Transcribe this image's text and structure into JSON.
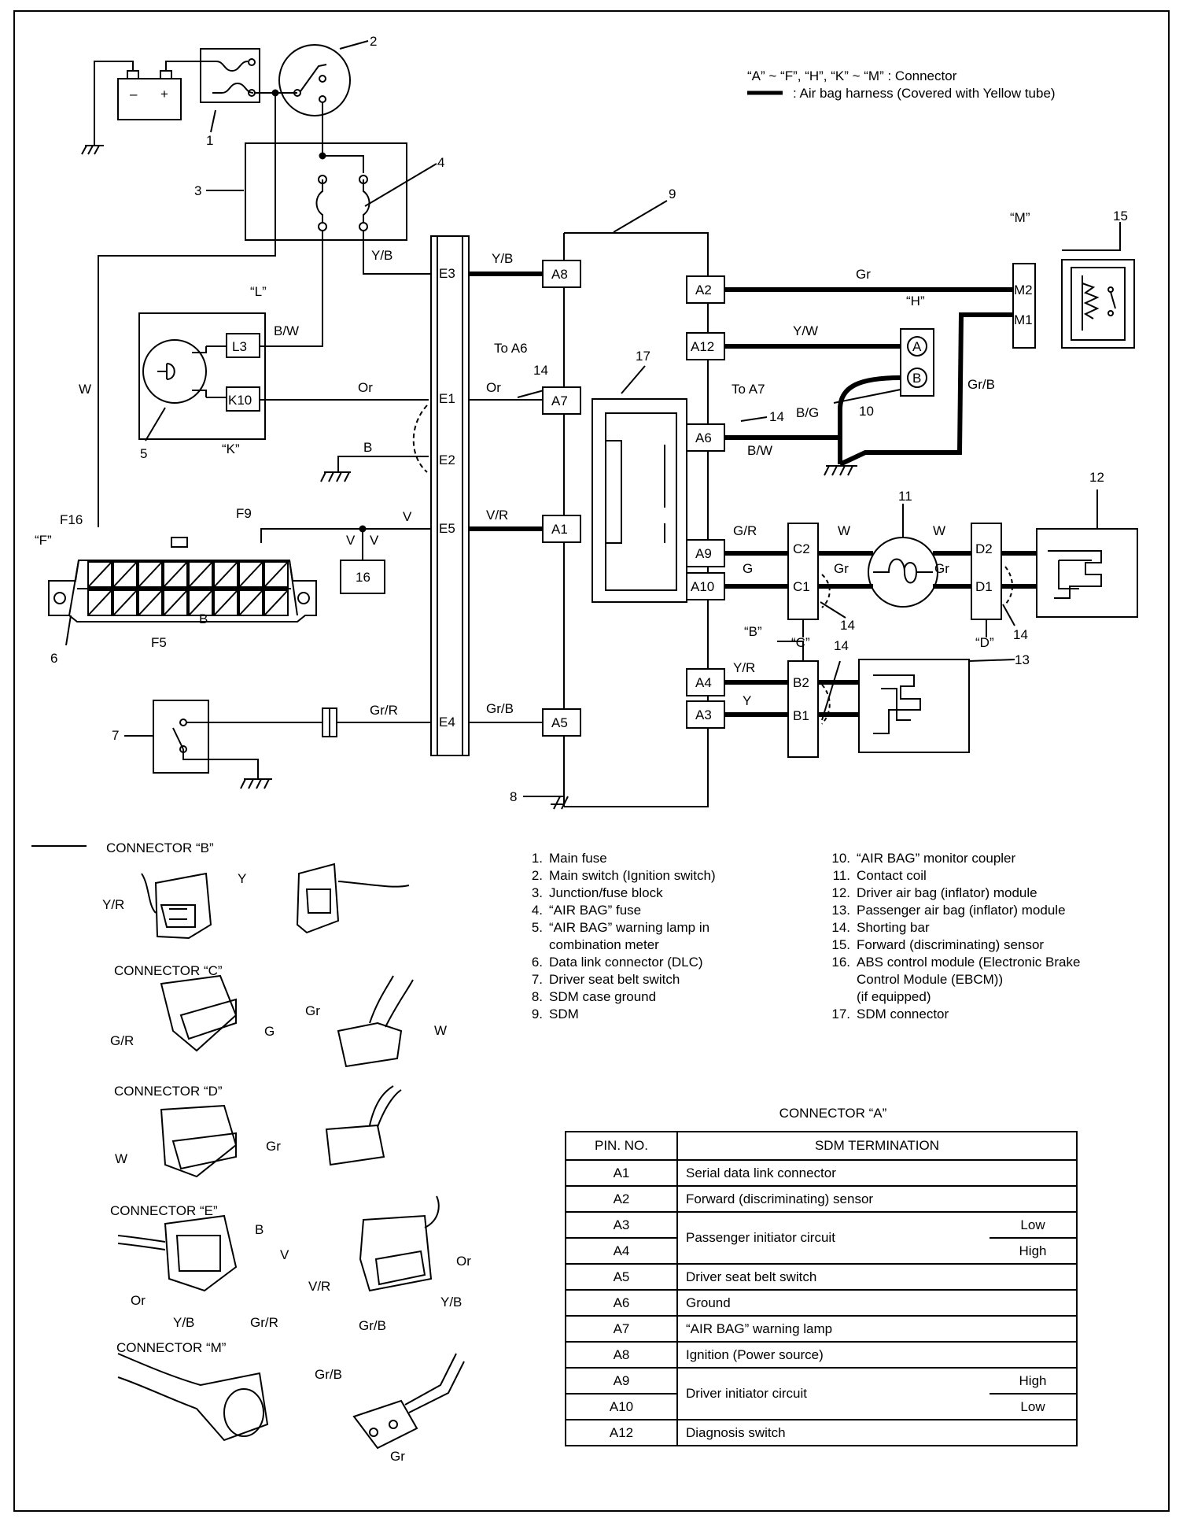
{
  "legend_note": {
    "line1": "“A” ~ “F”, “H”, “K” ~ “M” : Connector",
    "line2": ": Air bag harness (Covered with Yellow tube)"
  },
  "diagram": {
    "callouts": {
      "n1": "1",
      "n2": "2",
      "n3": "3",
      "n4": "4",
      "n5": "5",
      "n6": "6",
      "n7": "7",
      "n8": "8",
      "n9": "9",
      "n10": "10",
      "n11": "11",
      "n12": "12",
      "n13": "13",
      "n14a": "14",
      "n14b": "14",
      "n14c": "14",
      "n14d": "14",
      "n14e": "14",
      "n15": "15",
      "n16": "16",
      "n17": "17"
    },
    "connector_names": {
      "L": "“L”",
      "K": "“K”",
      "F": "“F”",
      "M": "“M”",
      "H": "“H”",
      "B": "“B”",
      "C": "“C”",
      "D": "“D”"
    },
    "pins": {
      "E3": "E3",
      "E1": "E1",
      "E2": "E2",
      "E5": "E5",
      "E4": "E4",
      "A8": "A8",
      "A7": "A7",
      "A1": "A1",
      "A5": "A5",
      "A2": "A2",
      "A12": "A12",
      "A6": "A6",
      "A9": "A9",
      "A10": "A10",
      "A4": "A4",
      "A3": "A3",
      "L3": "L3",
      "K10": "K10",
      "M2": "M2",
      "M1": "M1",
      "HA": "A",
      "HB": "B",
      "C2": "C2",
      "C1": "C1",
      "D2": "D2",
      "D1": "D1",
      "B2": "B2",
      "B1": "B1",
      "F16": "F16",
      "F9": "F9",
      "F5": "F5"
    },
    "wires": {
      "yb1": "Y/B",
      "yb2": "Y/B",
      "bw1": "B/W",
      "w": "W",
      "or1": "Or",
      "or2": "Or",
      "b1": "B",
      "b2": "B",
      "v1": "V",
      "v2": "V",
      "v3": "V",
      "vr": "V/R",
      "grr": "Gr/R",
      "grb": "Gr/B",
      "gr1": "Gr",
      "yw": "Y/W",
      "bg": "B/G",
      "bw2": "B/W",
      "grb2": "Gr/B",
      "gr_r": "G/R",
      "g": "G",
      "w1": "W",
      "w2": "W",
      "gr2": "Gr",
      "gr3": "Gr",
      "yr": "Y/R",
      "y": "Y",
      "batt_minus": "–",
      "batt_plus": "+"
    },
    "notes": {
      "to_a6": "To A6",
      "to_a7": "To A7"
    }
  },
  "connector_views": {
    "B": {
      "title": "CONNECTOR “B”",
      "labels": [
        "Y",
        "Y/R"
      ]
    },
    "C": {
      "title": "CONNECTOR “C”",
      "labels": [
        "G/R",
        "G",
        "Gr",
        "W"
      ]
    },
    "D": {
      "title": "CONNECTOR “D”",
      "labels": [
        "W",
        "Gr"
      ]
    },
    "E": {
      "title": "CONNECTOR “E”",
      "labels": [
        "B",
        "V",
        "Or",
        "Y/B",
        "Gr/R",
        "Or",
        "V/R",
        "Y/B",
        "Gr/B"
      ]
    },
    "M": {
      "title": "CONNECTOR “M”",
      "labels": [
        "Gr/B",
        "Gr"
      ]
    }
  },
  "legend_left": [
    {
      "num": "1.",
      "text": "Main fuse"
    },
    {
      "num": "2.",
      "text": "Main switch (Ignition switch)"
    },
    {
      "num": "3.",
      "text": "Junction/fuse block"
    },
    {
      "num": "4.",
      "text": "“AIR BAG” fuse"
    },
    {
      "num": "5.",
      "text": "“AIR BAG” warning lamp in\ncombination meter"
    },
    {
      "num": "6.",
      "text": "Data link connector (DLC)"
    },
    {
      "num": "7.",
      "text": "Driver seat belt switch"
    },
    {
      "num": "8.",
      "text": "SDM case ground"
    },
    {
      "num": "9.",
      "text": "SDM"
    }
  ],
  "legend_right": [
    {
      "num": "10.",
      "text": "“AIR BAG” monitor coupler"
    },
    {
      "num": "11.",
      "text": "Contact coil"
    },
    {
      "num": "12.",
      "text": "Driver air bag (inflator) module"
    },
    {
      "num": "13.",
      "text": "Passenger air bag (inflator) module"
    },
    {
      "num": "14.",
      "text": "Shorting bar"
    },
    {
      "num": "15.",
      "text": "Forward (discriminating) sensor"
    },
    {
      "num": "16.",
      "text": "ABS control module (Electronic Brake\nControl Module (EBCM))\n(if equipped)"
    },
    {
      "num": "17.",
      "text": "SDM connector"
    }
  ],
  "connector_a_table": {
    "title": "CONNECTOR “A”",
    "header_pin": "PIN. NO.",
    "header_term": "SDM TERMINATION",
    "rows": [
      {
        "pin": "A1",
        "term": "Serial data link connector"
      },
      {
        "pin": "A2",
        "term": "Forward (discriminating) sensor"
      },
      {
        "pin": "A3",
        "term": "Passenger initiator circuit",
        "level": "Low"
      },
      {
        "pin": "A4",
        "level": "High"
      },
      {
        "pin": "A5",
        "term": "Driver seat belt switch"
      },
      {
        "pin": "A6",
        "term": "Ground"
      },
      {
        "pin": "A7",
        "term": "“AIR BAG” warning lamp"
      },
      {
        "pin": "A8",
        "term": "Ignition (Power source)"
      },
      {
        "pin": "A9",
        "term": "Driver initiator circuit",
        "level": "High"
      },
      {
        "pin": "A10",
        "level": "Low"
      },
      {
        "pin": "A12",
        "term": "Diagnosis switch"
      }
    ]
  }
}
